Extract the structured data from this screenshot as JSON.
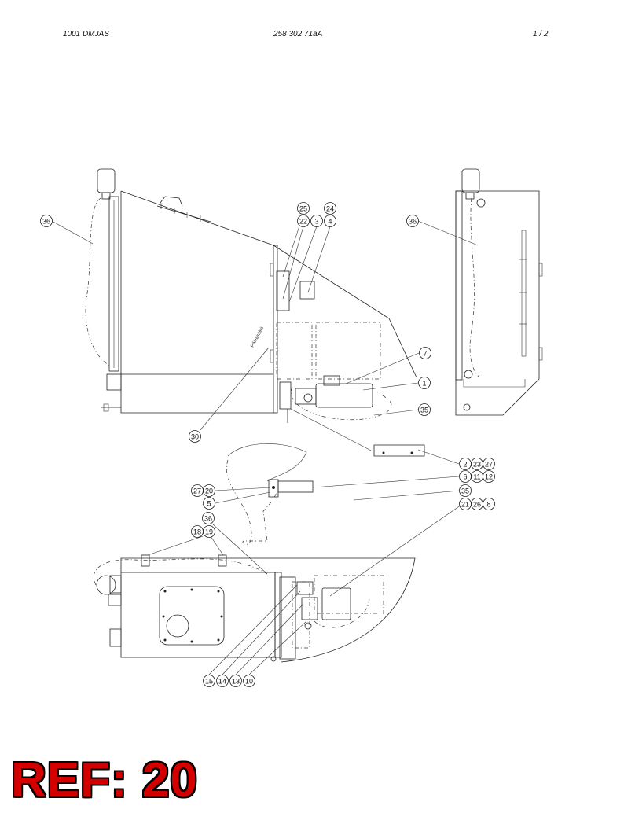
{
  "header": {
    "left": "1001 DMJAS",
    "center": "258 302 71aA",
    "right": "1 /   2"
  },
  "drawing_text": {
    "tank_label": "Päiväsäiliö"
  },
  "callouts": [
    {
      "id": "c36a",
      "label": "36"
    },
    {
      "id": "c25",
      "label": "25"
    },
    {
      "id": "c24",
      "label": "24"
    },
    {
      "id": "c22",
      "label": "22"
    },
    {
      "id": "c3",
      "label": "3"
    },
    {
      "id": "c4",
      "label": "4"
    },
    {
      "id": "c36b",
      "label": "36"
    },
    {
      "id": "c7",
      "label": "7"
    },
    {
      "id": "c1",
      "label": "1"
    },
    {
      "id": "c35a",
      "label": "35"
    },
    {
      "id": "c30",
      "label": "30"
    },
    {
      "id": "c2",
      "label": "2"
    },
    {
      "id": "c23",
      "label": "23"
    },
    {
      "id": "c27a",
      "label": "27"
    },
    {
      "id": "c6",
      "label": "6"
    },
    {
      "id": "c11",
      "label": "11"
    },
    {
      "id": "c12",
      "label": "12"
    },
    {
      "id": "c27b",
      "label": "27"
    },
    {
      "id": "c20",
      "label": "20"
    },
    {
      "id": "c35b",
      "label": "35"
    },
    {
      "id": "c5",
      "label": "5"
    },
    {
      "id": "c21",
      "label": "21"
    },
    {
      "id": "c26",
      "label": "26"
    },
    {
      "id": "c8",
      "label": "8"
    },
    {
      "id": "c36c",
      "label": "36"
    },
    {
      "id": "c18",
      "label": "18"
    },
    {
      "id": "c19",
      "label": "19"
    },
    {
      "id": "c15",
      "label": "15"
    },
    {
      "id": "c14",
      "label": "14"
    },
    {
      "id": "c13",
      "label": "13"
    },
    {
      "id": "c10",
      "label": "10"
    }
  ],
  "reference": {
    "text": "REF: 20",
    "color": "#d40000"
  }
}
